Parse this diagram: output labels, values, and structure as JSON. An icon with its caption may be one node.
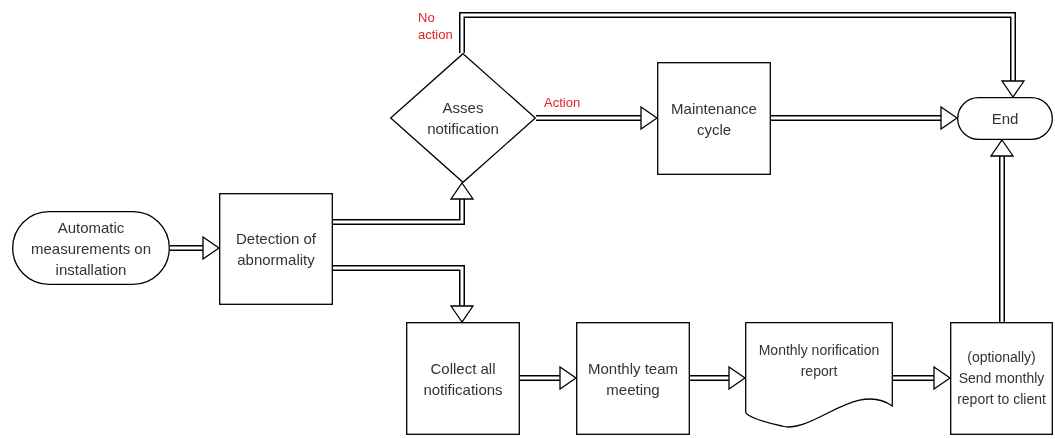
{
  "diagram": {
    "nodes": [
      {
        "text": [
          "Automatic measurements on installation"
        ]
      },
      {
        "text": [
          "Detection of abnormality"
        ]
      },
      {
        "text": [
          "Asses notification"
        ]
      },
      {
        "text": [
          "Maintenance cycle"
        ]
      },
      {
        "text": [
          "End"
        ]
      },
      {
        "text": [
          "Collect all notifications"
        ]
      },
      {
        "text": [
          "Monthly team meeting"
        ]
      },
      {
        "text": [
          "Monthly norification report"
        ]
      },
      {
        "text": [
          "(optionally) Send monthly report to client"
        ]
      }
    ],
    "edges": [
      {
        "from": 0,
        "to": 1,
        "arrow": "to"
      },
      {
        "from": 1,
        "to": 2,
        "arrow": "to"
      },
      {
        "from": 2,
        "to": 3,
        "arrow": "to",
        "label": "Action"
      },
      {
        "from": 2,
        "to": 4,
        "arrow": "to",
        "label": "No action"
      },
      {
        "from": 3,
        "to": 4,
        "arrow": "to"
      },
      {
        "from": 1,
        "to": 5,
        "arrow": "to"
      },
      {
        "from": 5,
        "to": 6,
        "arrow": "to"
      },
      {
        "from": 6,
        "to": 7,
        "arrow": "to"
      },
      {
        "from": 7,
        "to": 8,
        "arrow": "to"
      },
      {
        "from": 8,
        "to": 4,
        "arrow": "to"
      }
    ]
  }
}
